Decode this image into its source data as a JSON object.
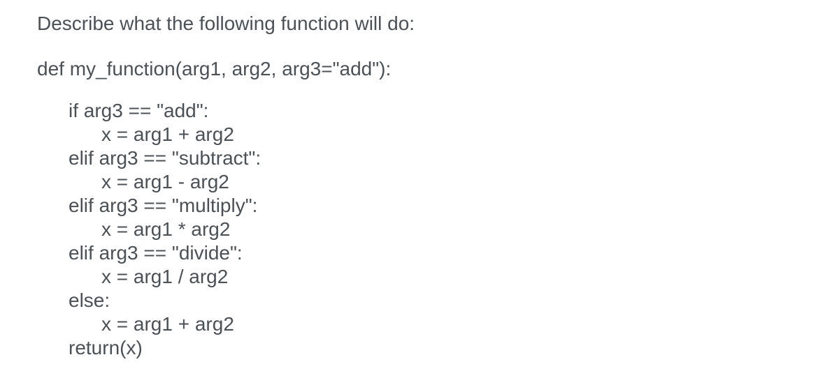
{
  "page": {
    "background_color": "#ffffff",
    "text_color": "#4c5156"
  },
  "question": {
    "prompt": "Describe what the following function will do:",
    "code": {
      "def_line": "def my_function(arg1, arg2, arg3=\"add\"):",
      "lines": [
        {
          "indent": 1,
          "text": "if arg3 == \"add\":"
        },
        {
          "indent": 2,
          "text": "x = arg1 + arg2"
        },
        {
          "indent": 1,
          "text": "elif arg3 == \"subtract\":"
        },
        {
          "indent": 2,
          "text": "x = arg1 - arg2"
        },
        {
          "indent": 1,
          "text": "elif arg3 == \"multiply\":"
        },
        {
          "indent": 2,
          "text": "x = arg1 * arg2"
        },
        {
          "indent": 1,
          "text": "elif arg3 == \"divide\":"
        },
        {
          "indent": 2,
          "text": "x = arg1 / arg2"
        },
        {
          "indent": 1,
          "text": "else:"
        },
        {
          "indent": 2,
          "text": "x = arg1 + arg2"
        },
        {
          "indent": 1,
          "text": "return(x)"
        }
      ]
    }
  }
}
